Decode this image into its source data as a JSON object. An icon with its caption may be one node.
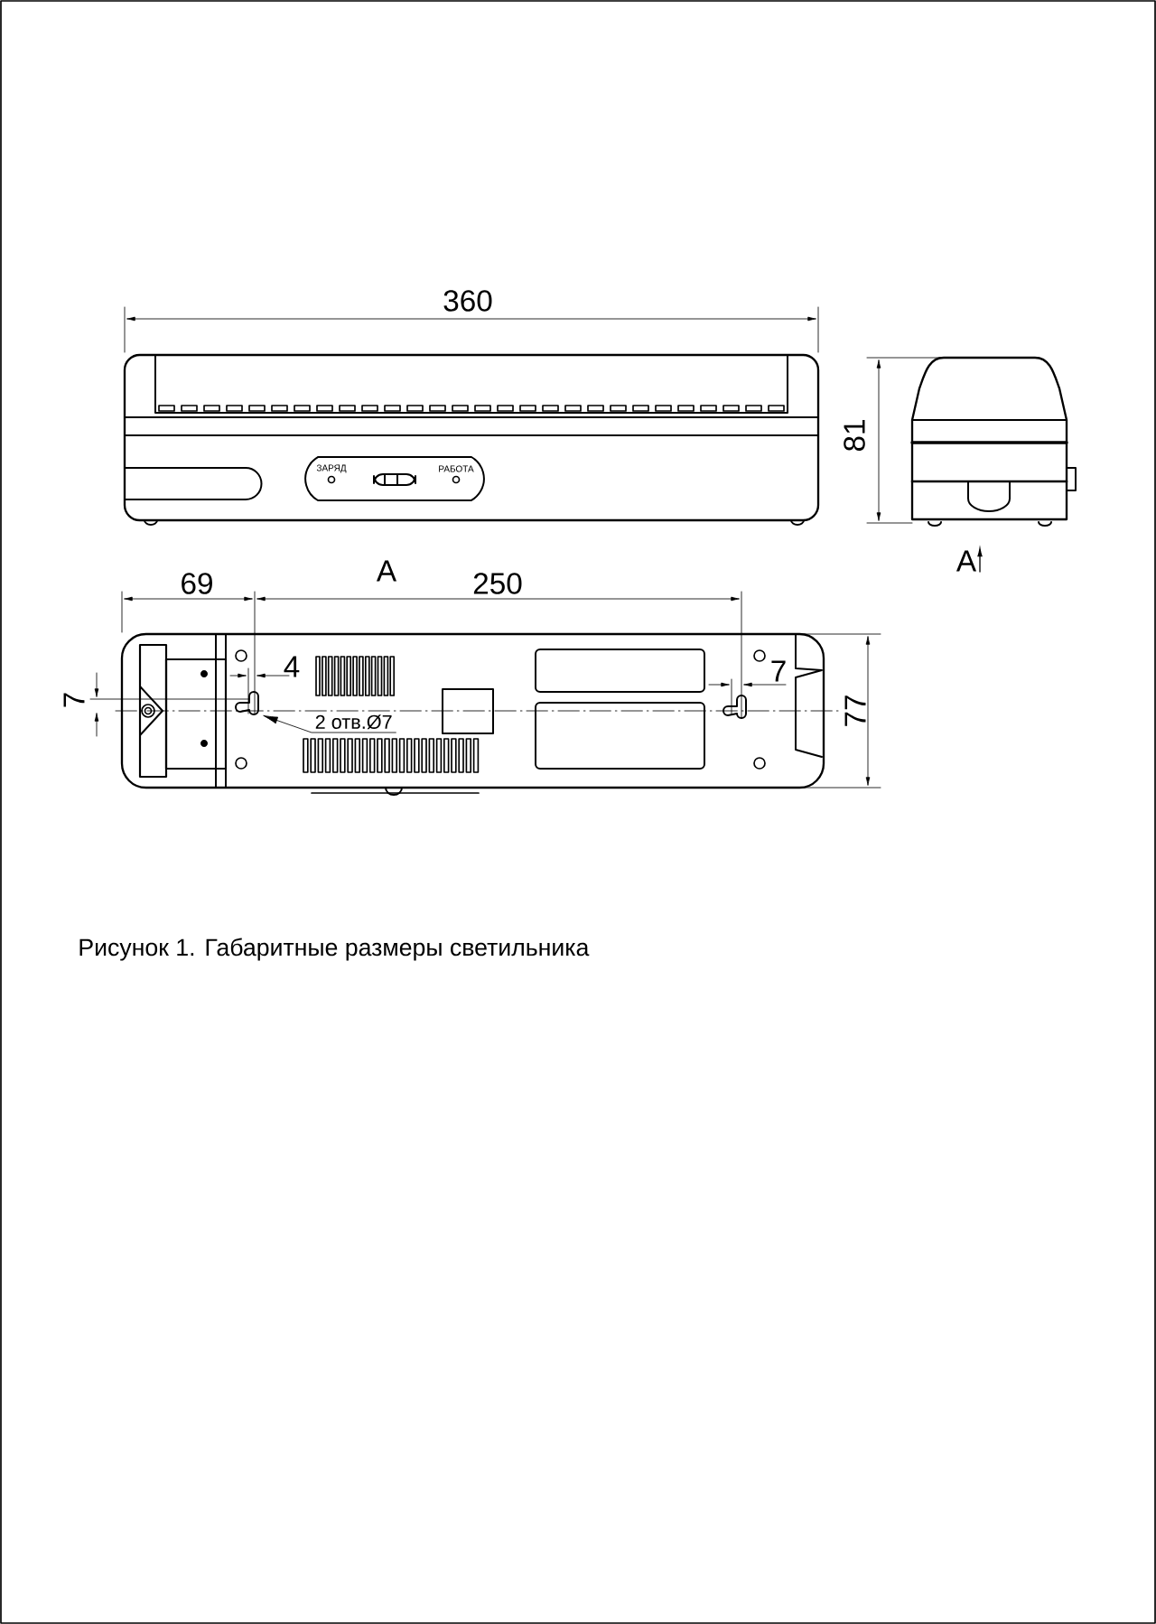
{
  "diagram": {
    "caption": "Рисунок 1. Габаритные размеры светильника",
    "nodes": [
      {
        "text": [
          "2 отв.Ø7"
        ]
      },
      {
        "text": [],
        "shape": "hole"
      }
    ],
    "edges": [
      {
        "from": 0,
        "to": 1,
        "arrow": "to"
      }
    ],
    "labels": [
      "360",
      "ЗАРЯД",
      "РАБОТА",
      "81",
      "69",
      "A",
      "250",
      "A",
      "4",
      "7",
      "7",
      "77"
    ]
  }
}
